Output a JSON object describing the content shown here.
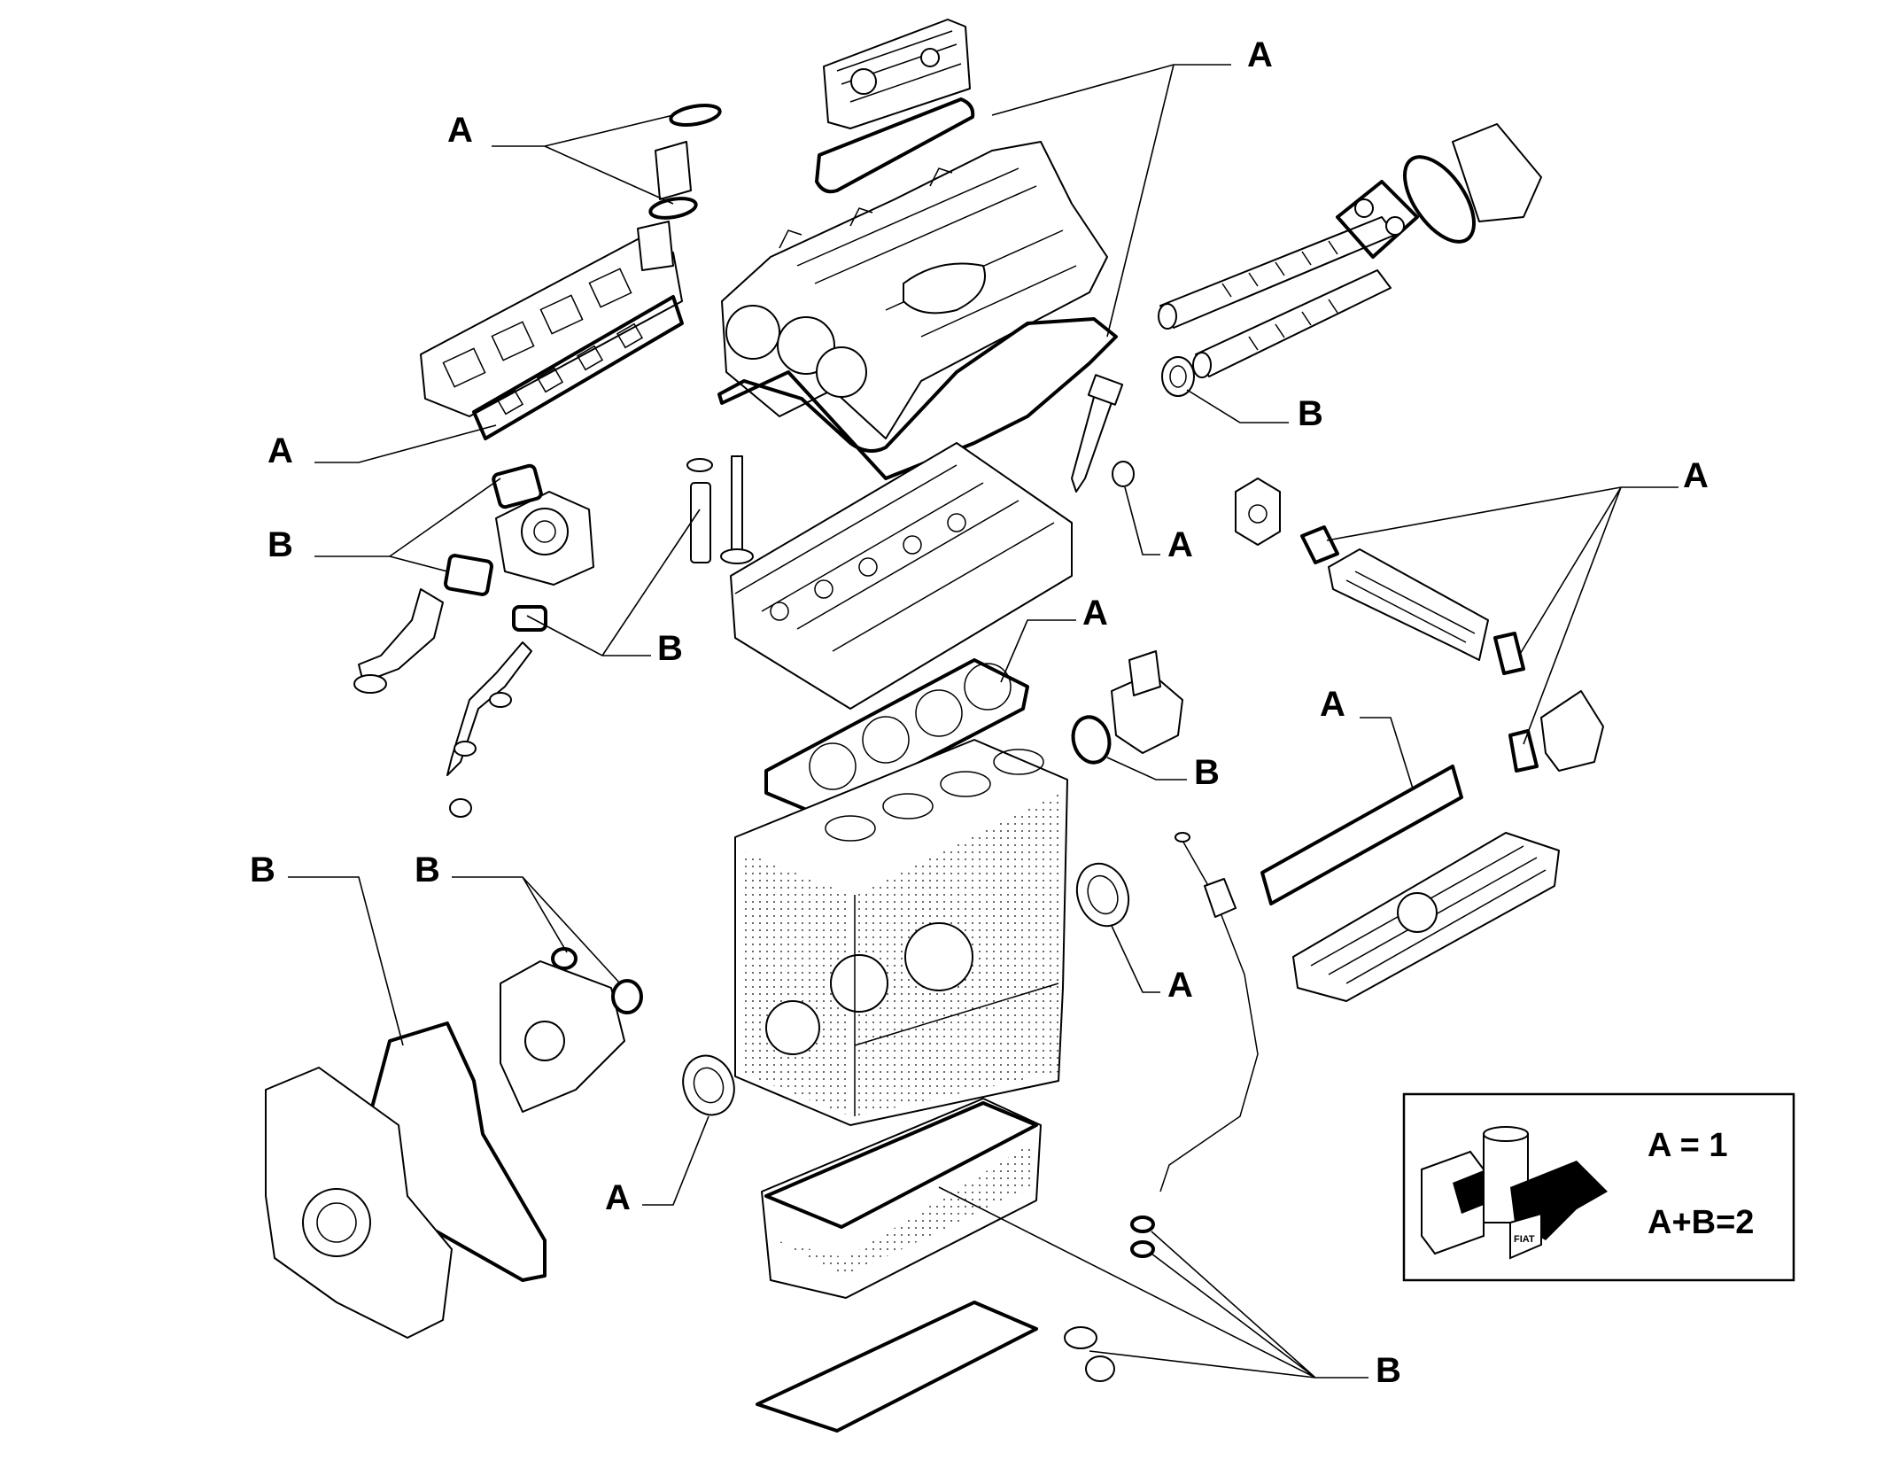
{
  "diagram": {
    "callouts": [
      {
        "id": "c01",
        "text": "A"
      },
      {
        "id": "c02",
        "text": "A"
      },
      {
        "id": "c03",
        "text": "A"
      },
      {
        "id": "c04",
        "text": "B"
      },
      {
        "id": "c05",
        "text": "B"
      },
      {
        "id": "c06",
        "text": "B"
      },
      {
        "id": "c07",
        "text": "A"
      },
      {
        "id": "c08",
        "text": "A"
      },
      {
        "id": "c09",
        "text": "A"
      },
      {
        "id": "c10",
        "text": "A"
      },
      {
        "id": "c11",
        "text": "B"
      },
      {
        "id": "c12",
        "text": "B"
      },
      {
        "id": "c13",
        "text": "B"
      },
      {
        "id": "c14",
        "text": "A"
      },
      {
        "id": "c15",
        "text": "A"
      },
      {
        "id": "c16",
        "text": "B"
      }
    ],
    "legend": {
      "line1": "A = 1",
      "line2": "A+B=2",
      "logo_text": "FIAT",
      "icon": "oil-filter-kit-icon"
    }
  }
}
